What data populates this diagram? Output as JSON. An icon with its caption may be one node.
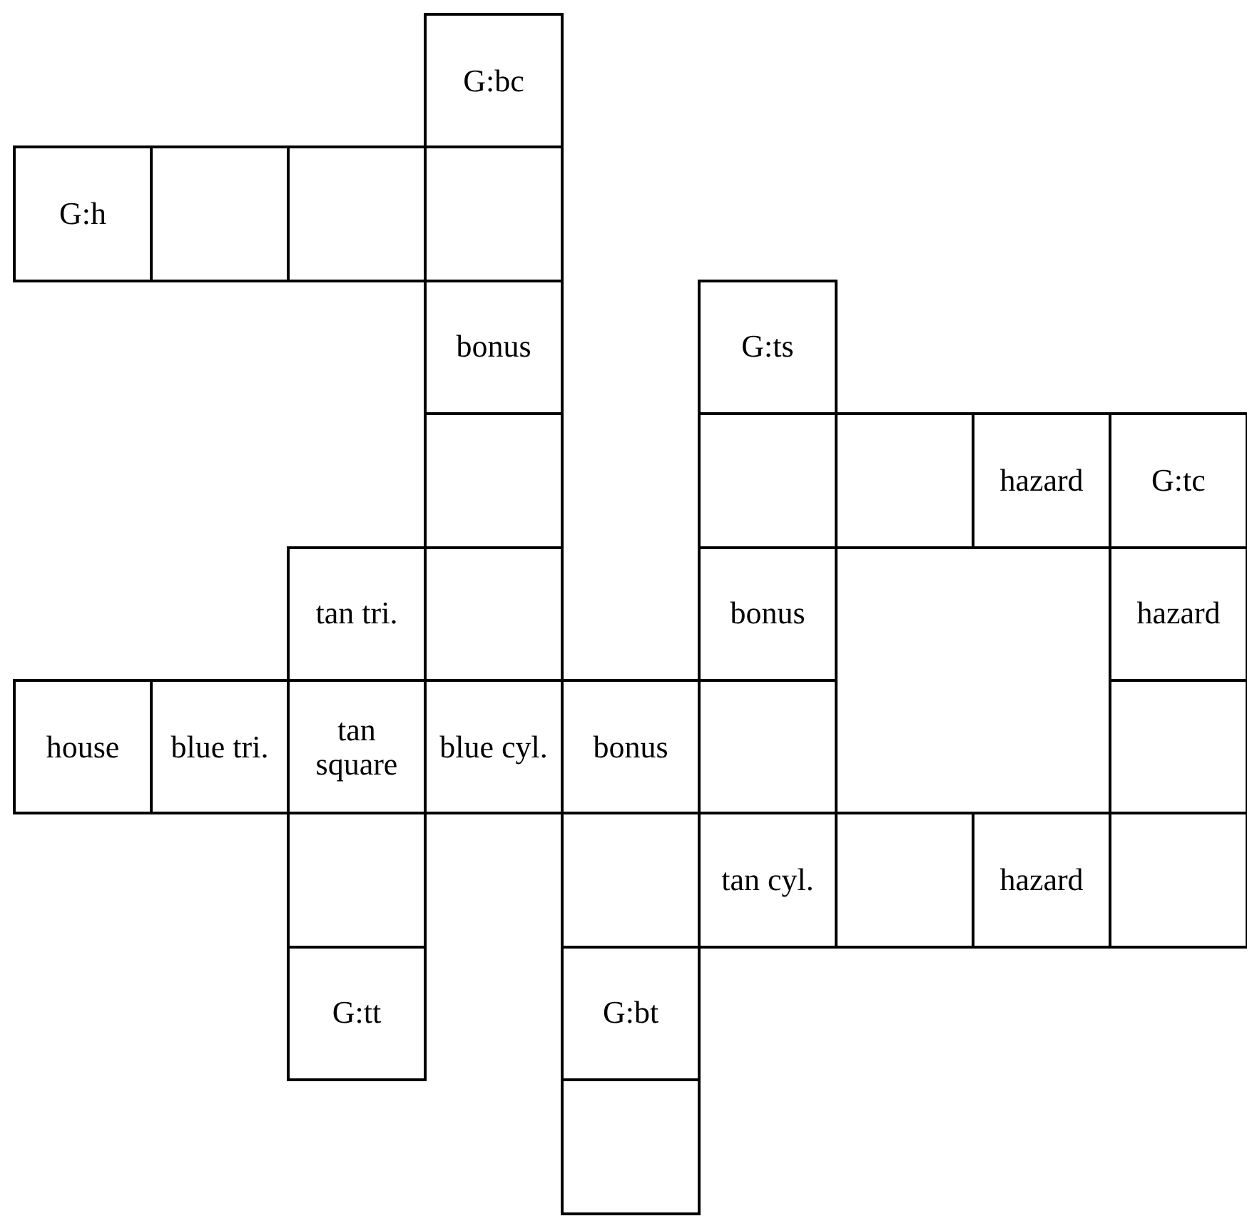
{
  "diagram": {
    "nodes": [
      {
        "text": [
          "G:bc"
        ]
      },
      {
        "text": [
          "G:h"
        ]
      },
      {
        "text": [],
        "shape": "box"
      },
      {
        "text": [],
        "shape": "box"
      },
      {
        "text": [],
        "shape": "box"
      },
      {
        "text": [
          "bonus"
        ]
      },
      {
        "text": [
          "G:ts"
        ]
      },
      {
        "text": [],
        "shape": "box"
      },
      {
        "text": [],
        "shape": "box"
      },
      {
        "text": [],
        "shape": "box"
      },
      {
        "text": [
          "hazard"
        ]
      },
      {
        "text": [
          "G:tc"
        ]
      },
      {
        "text": [
          "tan tri."
        ]
      },
      {
        "text": [],
        "shape": "box"
      },
      {
        "text": [
          "bonus"
        ]
      },
      {
        "text": [
          "hazard"
        ]
      },
      {
        "text": [
          "house"
        ]
      },
      {
        "text": [
          "blue tri."
        ]
      },
      {
        "text": [
          "tan square"
        ]
      },
      {
        "text": [
          "blue cyl."
        ]
      },
      {
        "text": [
          "bonus"
        ]
      },
      {
        "text": [],
        "shape": "box"
      },
      {
        "text": [],
        "shape": "box"
      },
      {
        "text": [],
        "shape": "box"
      },
      {
        "text": [],
        "shape": "box"
      },
      {
        "text": [
          "tan cyl."
        ]
      },
      {
        "text": [],
        "shape": "box"
      },
      {
        "text": [
          "hazard"
        ]
      },
      {
        "text": [],
        "shape": "box"
      },
      {
        "text": [
          "G:tt"
        ]
      },
      {
        "text": [
          "G:bt"
        ]
      },
      {
        "text": [],
        "shape": "box"
      }
    ]
  }
}
